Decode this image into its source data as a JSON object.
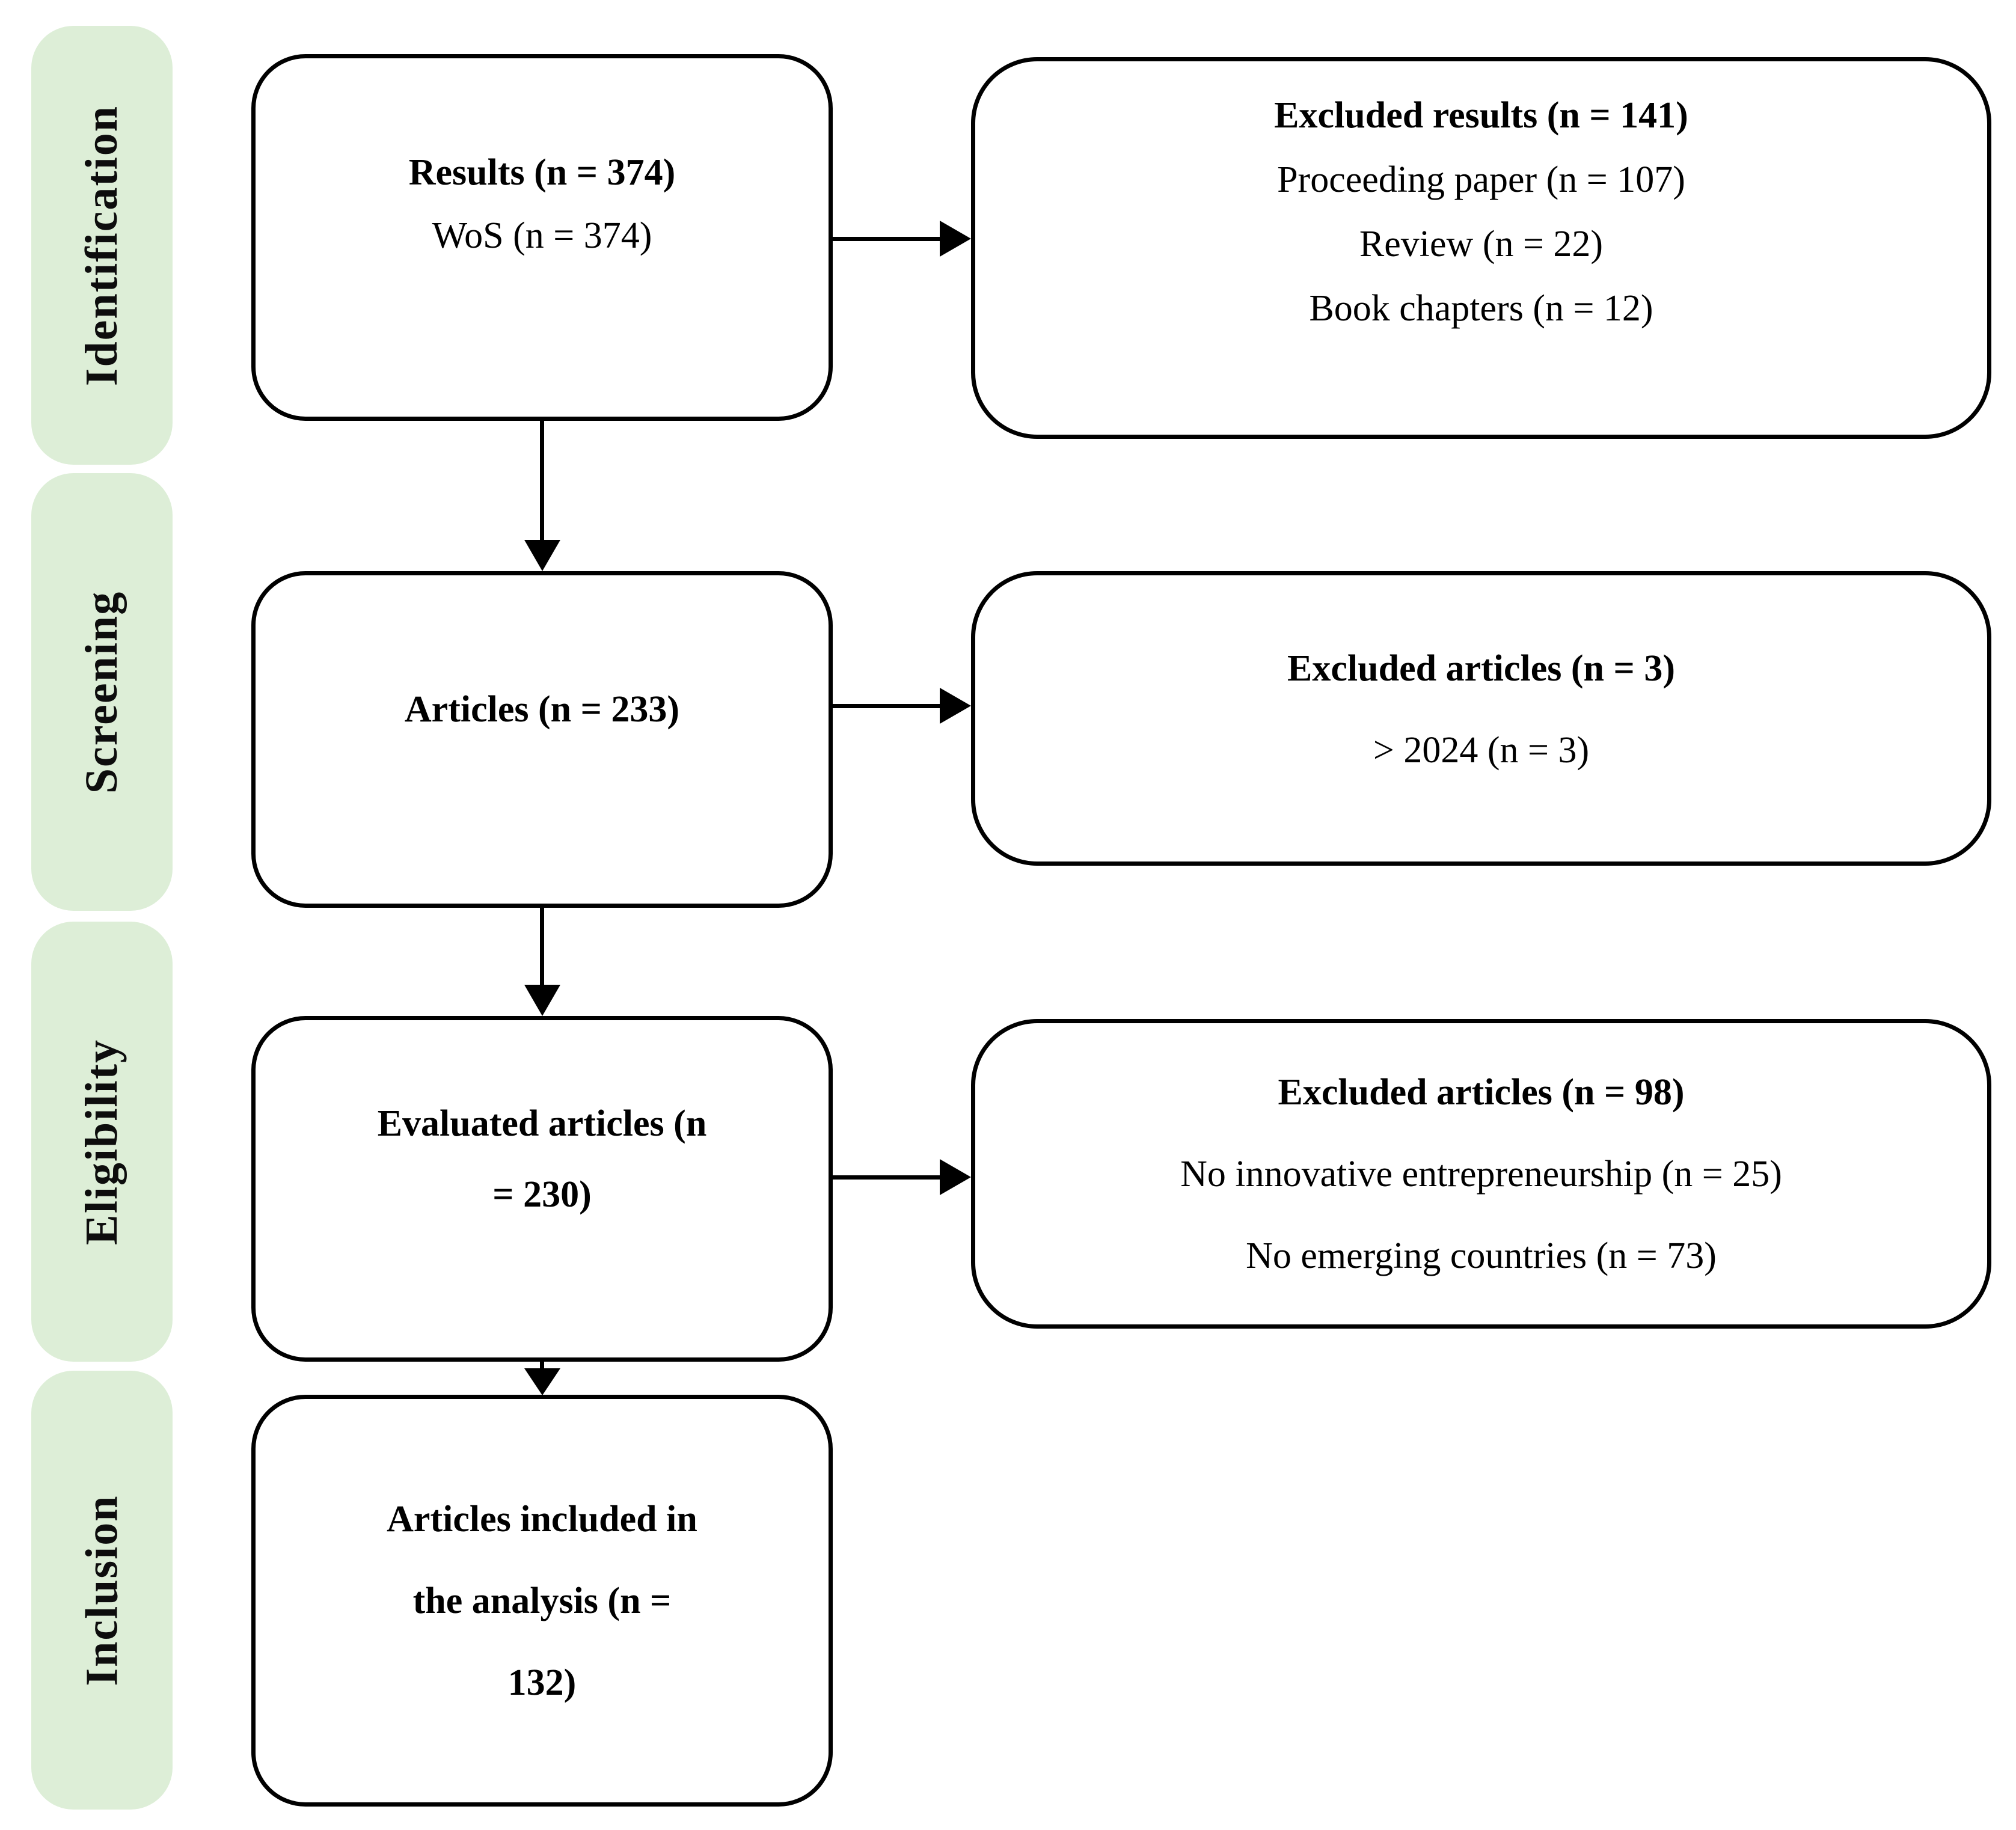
{
  "figure": {
    "type": "prisma-flow-diagram",
    "stages": [
      "Identification",
      "Screening",
      "Eligibility",
      "Inclusion"
    ],
    "process_boxes": [
      {
        "line1": "Results (n = 374)",
        "line2": "WoS (n = 374)"
      },
      {
        "line1": "Articles (n = 233)"
      },
      {
        "line1": "Evaluated articles (n",
        "line2": "= 230)"
      },
      {
        "line1": "Articles included in",
        "line2": "the analysis (n =",
        "line3": "132)"
      }
    ],
    "exclusion_boxes": [
      {
        "title": "Excluded results (n = 141)",
        "item1": "Proceeding paper (n = 107)",
        "item2": "Review (n = 22)",
        "item3": "Book chapters (n = 12)"
      },
      {
        "title": "Excluded articles (n = 3)",
        "item1": "> 2024 (n = 3)"
      },
      {
        "title": "Excluded articles (n = 98)",
        "item1": "No innovative entrepreneurship (n = 25)",
        "item2": "No emerging countries (n = 73)"
      }
    ],
    "colors": {
      "stage_fill": "#ddeed7",
      "line": "#000000",
      "background": "#ffffff"
    }
  }
}
